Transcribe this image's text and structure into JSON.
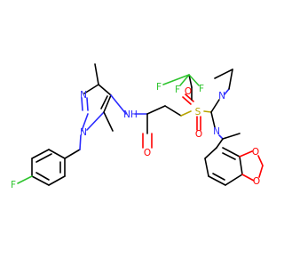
{
  "colors": {
    "carbon": "#000000",
    "nitrogen": "#2a2aff",
    "oxygen": "#ff0000",
    "sulfur": "#b8a400",
    "fluorine": "#2ec42e",
    "background": "#ffffff"
  },
  "atom_labels": {
    "nh": "NH",
    "amide_o": "O",
    "sulfonyl_s": "S",
    "sulfonyl_o1": "O",
    "sulfonyl_o2": "O",
    "pyrimidine_n1": "N",
    "pyrimidine_n2": "N",
    "pyrazole_n1": "N",
    "pyrazole_n2": "N",
    "benzyl_f": "F",
    "cf3_f1": "F",
    "cf3_f2": "F",
    "cf3_f3": "F",
    "dioxole_o1": "O",
    "dioxole_o2": "O"
  }
}
